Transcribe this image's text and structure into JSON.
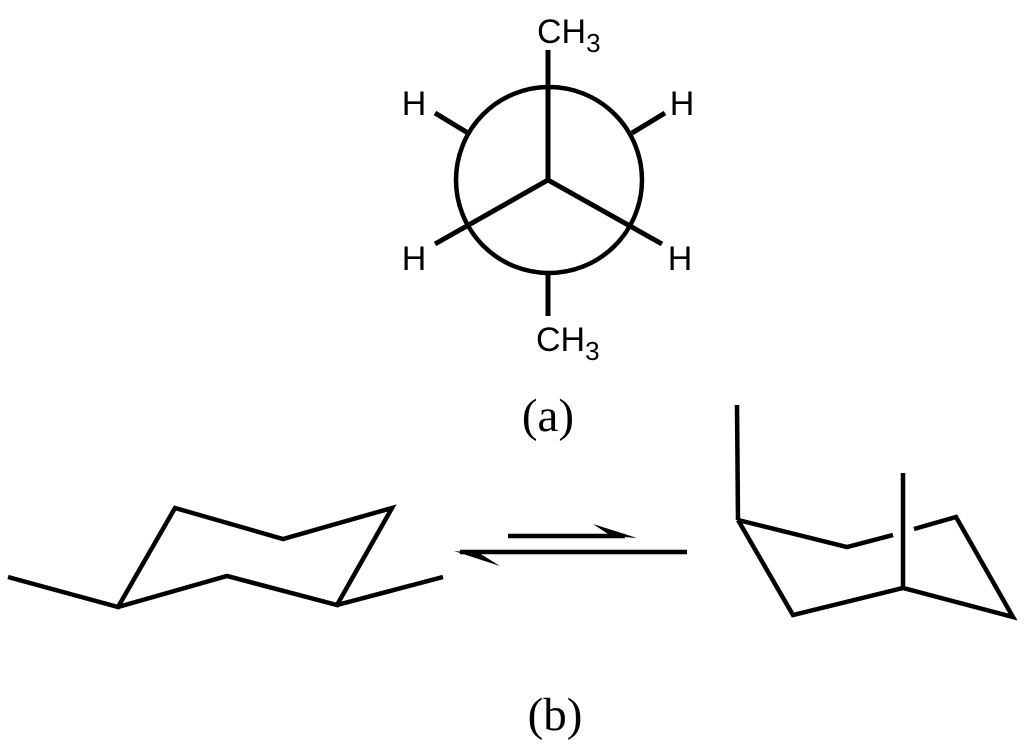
{
  "colors": {
    "ink": "#000000",
    "background": "#ffffff"
  },
  "captions": {
    "part_a": "(a)",
    "part_b": "(b)"
  },
  "newman": {
    "top_substituent": {
      "main": "CH",
      "sub": "3"
    },
    "bottom_substituent": {
      "main": "CH",
      "sub": "3"
    },
    "upper_left_h": "H",
    "upper_right_h": "H",
    "lower_left_h": "H",
    "lower_right_h": "H"
  }
}
